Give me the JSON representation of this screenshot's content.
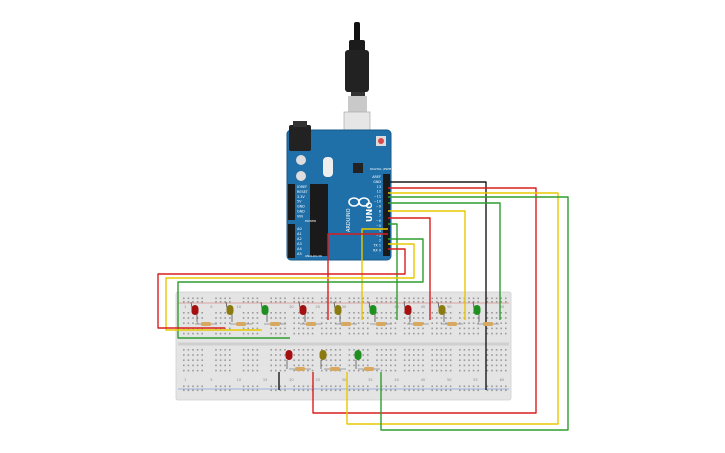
{
  "colors": {
    "board": "#1f6fa8",
    "board_edge": "#155a8a",
    "breadboard": "#e4e4e4",
    "wire_red": "#d81e1e",
    "wire_yellow": "#e8c800",
    "wire_green": "#2e9e2e",
    "wire_black": "#1a1a1a",
    "led_red": "#a40f0f",
    "led_yellow": "#8a7a10",
    "led_green": "#1f8f1f",
    "resistor": "#d8a860"
  },
  "board": {
    "brand": "UNO",
    "logo_text": "ARDUINO",
    "power_labels": [
      "IOREF",
      "RESET",
      "3.3V",
      "5V",
      "GND",
      "GND",
      "VIN"
    ],
    "analog_labels": [
      "A0",
      "A1",
      "A2",
      "A3",
      "A4",
      "A5"
    ],
    "digital_labels": [
      "AREF",
      "GND",
      "13",
      "12",
      "~11",
      "~10",
      "~9",
      "8",
      "7",
      "~6",
      "~5",
      "4",
      "~3",
      "2",
      "TX 1",
      "RX 0"
    ],
    "section_labels": [
      "POWER",
      "ANALOG IN",
      "DIGITAL (PWM~)"
    ]
  },
  "breadboard": {
    "column_labels": [
      "1",
      "5",
      "10",
      "15",
      "20",
      "25",
      "30",
      "35",
      "40",
      "45",
      "50",
      "55",
      "60"
    ]
  },
  "leds": {
    "top_row": [
      "red",
      "yellow",
      "green",
      "red",
      "yellow",
      "green",
      "red",
      "yellow",
      "green"
    ],
    "bottom_row": [
      "red",
      "yellow",
      "green"
    ]
  }
}
